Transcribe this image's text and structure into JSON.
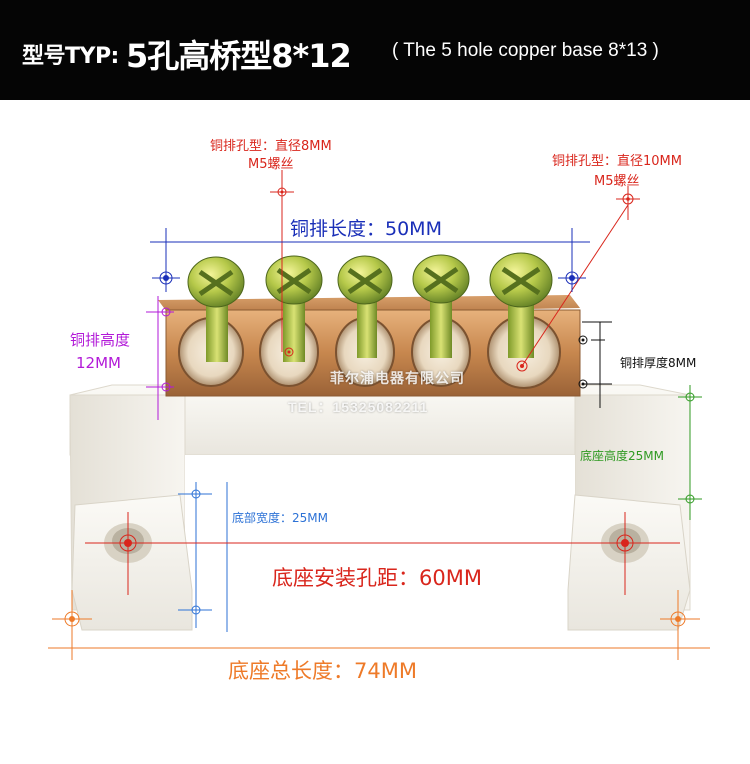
{
  "header": {
    "model_label": "型号TYP:",
    "model_value": "5孔高桥型8*12",
    "english": "( The 5 hole copper base 8*13 )"
  },
  "labels": {
    "hole_small_line1": "铜排孔型：直径8MM",
    "hole_small_line2": "M5螺丝",
    "hole_large_line1": "铜排孔型：直径10MM",
    "hole_large_line2": "M5螺丝",
    "bar_length": "铜排长度：50MM",
    "bar_height_line1": "铜排高度",
    "bar_height_line2": "12MM",
    "bar_thickness": "铜排厚度8MM",
    "base_height": "底座高度25MM",
    "base_width": "底部宽度：25MM",
    "mount_distance": "底座安装孔距：60MM",
    "base_total_length": "底座总长度：74MM"
  },
  "watermark": {
    "company": "菲尔浦电器有限公司",
    "phone": "TEL：15325082211"
  },
  "colors": {
    "header_bg": "#050505",
    "red": "#d9261c",
    "blue": "#1a2fb8",
    "purple": "#b21ad8",
    "green": "#2f9a22",
    "orange": "#ee7a28",
    "light_blue": "#2d72d6",
    "copper": "#c98a52",
    "ceramic": "#f6f4ef"
  }
}
